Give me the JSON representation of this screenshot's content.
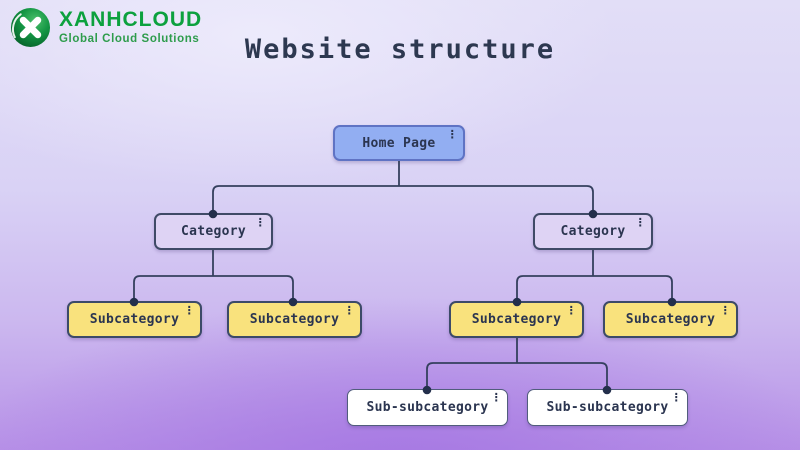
{
  "header": {
    "logo": {
      "brand": "XANHCLOUD",
      "tagline": "Global Cloud Solutions"
    },
    "title": "Website structure"
  },
  "icons": {
    "kebab_menu": "⋮",
    "logo_mark": "x-in-green-circle"
  },
  "colors": {
    "brand_green": "#0ca13e",
    "tagline_green": "#2e9c4c",
    "title_text": "#2d3850",
    "node_text": "#2b3550",
    "connector_line": "#35405e",
    "connector_dot": "#232f4b",
    "home_fill": "#92aef2",
    "home_border": "#5f73c4",
    "category_fill": "#ded3f4",
    "subcategory_fill": "#f9e27d",
    "subsubcategory_fill": "#ffffff",
    "node_border": "#3c4a68",
    "background_top": "#e2def7",
    "background_bottom": "#b791e7"
  },
  "diagram": {
    "nodes": [
      {
        "id": "home",
        "label": "Home Page",
        "level": "home",
        "parent": null
      },
      {
        "id": "cat-l",
        "label": "Category",
        "level": "category",
        "parent": "home"
      },
      {
        "id": "cat-r",
        "label": "Category",
        "level": "category",
        "parent": "home"
      },
      {
        "id": "sub-1",
        "label": "Subcategory",
        "level": "subcategory",
        "parent": "cat-l"
      },
      {
        "id": "sub-2",
        "label": "Subcategory",
        "level": "subcategory",
        "parent": "cat-l"
      },
      {
        "id": "sub-3",
        "label": "Subcategory",
        "level": "subcategory",
        "parent": "cat-r"
      },
      {
        "id": "sub-4",
        "label": "Subcategory",
        "level": "subcategory",
        "parent": "cat-r"
      },
      {
        "id": "ss-1",
        "label": "Sub-subcategory",
        "level": "sub-subcategory",
        "parent": "sub-3"
      },
      {
        "id": "ss-2",
        "label": "Sub-subcategory",
        "level": "sub-subcategory",
        "parent": "sub-3"
      }
    ]
  }
}
